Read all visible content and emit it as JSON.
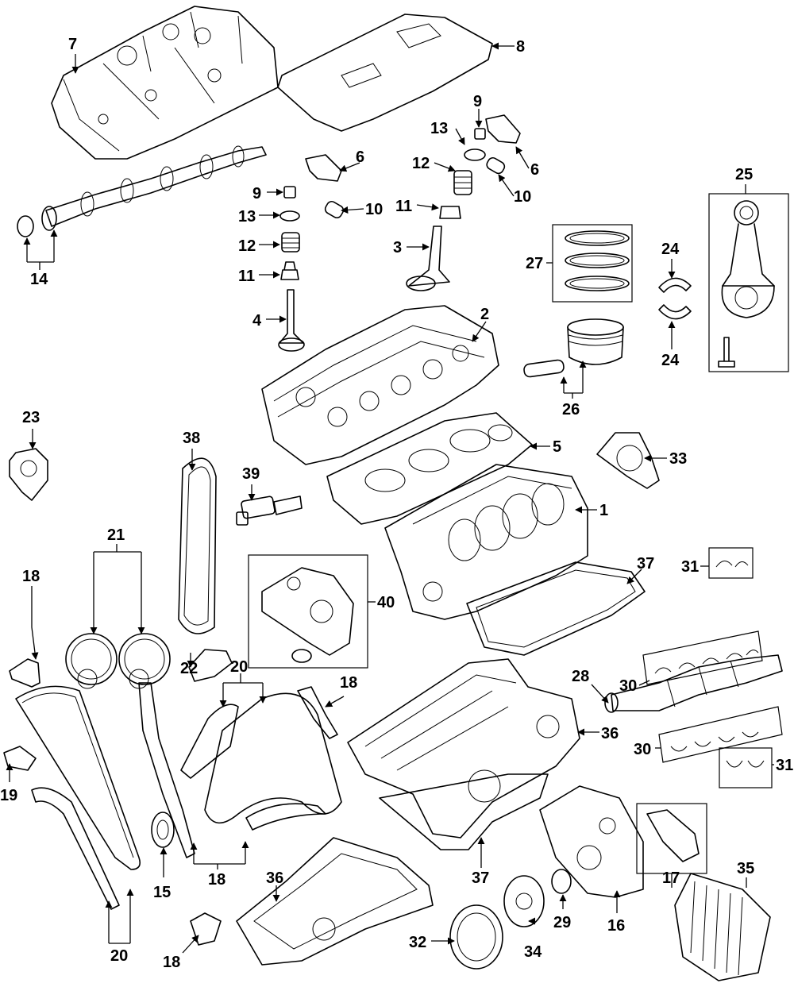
{
  "colors": {
    "line": "#000000",
    "background": "#ffffff"
  },
  "callouts": [
    {
      "id": "c7",
      "label": "7"
    },
    {
      "id": "c8",
      "label": "8"
    },
    {
      "id": "c9a",
      "label": "9"
    },
    {
      "id": "c13a",
      "label": "13"
    },
    {
      "id": "c6a",
      "label": "6"
    },
    {
      "id": "c12a",
      "label": "12"
    },
    {
      "id": "c6b",
      "label": "6"
    },
    {
      "id": "c10a",
      "label": "10"
    },
    {
      "id": "c11a",
      "label": "11"
    },
    {
      "id": "c3",
      "label": "3"
    },
    {
      "id": "c25",
      "label": "25"
    },
    {
      "id": "c9b",
      "label": "9"
    },
    {
      "id": "c10b",
      "label": "10"
    },
    {
      "id": "c13b",
      "label": "13"
    },
    {
      "id": "c12b",
      "label": "12"
    },
    {
      "id": "c11b",
      "label": "11"
    },
    {
      "id": "c14",
      "label": "14"
    },
    {
      "id": "c4",
      "label": "4"
    },
    {
      "id": "c27",
      "label": "27"
    },
    {
      "id": "c24a",
      "label": "24"
    },
    {
      "id": "c24b",
      "label": "24"
    },
    {
      "id": "c2",
      "label": "2"
    },
    {
      "id": "c26",
      "label": "26"
    },
    {
      "id": "c23",
      "label": "23"
    },
    {
      "id": "c38",
      "label": "38"
    },
    {
      "id": "c5",
      "label": "5"
    },
    {
      "id": "c33",
      "label": "33"
    },
    {
      "id": "c39",
      "label": "39"
    },
    {
      "id": "c1",
      "label": "1"
    },
    {
      "id": "c21",
      "label": "21"
    },
    {
      "id": "c37a",
      "label": "37"
    },
    {
      "id": "c31a",
      "label": "31"
    },
    {
      "id": "c18a",
      "label": "18"
    },
    {
      "id": "c40",
      "label": "40"
    },
    {
      "id": "c30a",
      "label": "30"
    },
    {
      "id": "c22",
      "label": "22"
    },
    {
      "id": "c20a",
      "label": "20"
    },
    {
      "id": "c28",
      "label": "28"
    },
    {
      "id": "c18b",
      "label": "18"
    },
    {
      "id": "c36a",
      "label": "36"
    },
    {
      "id": "c30b",
      "label": "30"
    },
    {
      "id": "c31b",
      "label": "31"
    },
    {
      "id": "c19",
      "label": "19"
    },
    {
      "id": "c17",
      "label": "17"
    },
    {
      "id": "c37b",
      "label": "37"
    },
    {
      "id": "c35",
      "label": "35"
    },
    {
      "id": "c15",
      "label": "15"
    },
    {
      "id": "c18c",
      "label": "18"
    },
    {
      "id": "c36b",
      "label": "36"
    },
    {
      "id": "c29",
      "label": "29"
    },
    {
      "id": "c16",
      "label": "16"
    },
    {
      "id": "c32",
      "label": "32"
    },
    {
      "id": "c34",
      "label": "34"
    },
    {
      "id": "c20b",
      "label": "20"
    },
    {
      "id": "c18d",
      "label": "18"
    }
  ]
}
